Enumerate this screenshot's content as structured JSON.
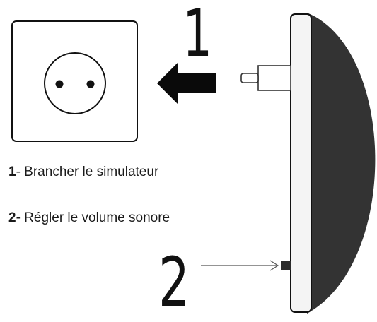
{
  "markers": {
    "one": "1",
    "two": "2"
  },
  "steps": [
    {
      "number": "1",
      "text": "- Brancher le simulateur"
    },
    {
      "number": "2",
      "text": "- Régler le volume sonore"
    }
  ],
  "icons": {
    "outlet": "wall-socket-icon",
    "arrow": "left-arrow-icon",
    "plug": "plug-icon",
    "device": "simulator-device-icon",
    "pointer": "pointer-arrow-icon",
    "button": "volume-button-icon"
  },
  "colors": {
    "ink": "#111111",
    "device_body": "#333333",
    "device_face": "#f4f4f4"
  }
}
